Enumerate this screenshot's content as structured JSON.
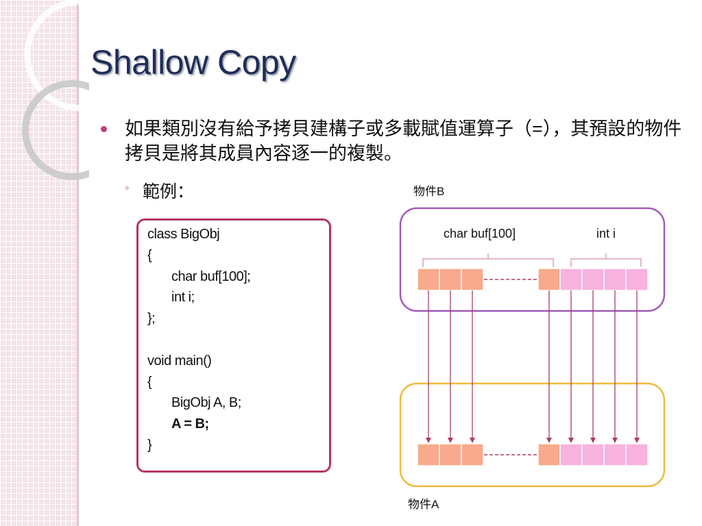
{
  "slide": {
    "title": "Shallow Copy",
    "bullet": "如果類別沒有給予拷貝建構子或多載賦值運算子（=），其預設的物件拷貝是將其成員內容逐一的複製。",
    "sub_marker": "◦",
    "sub_bullet": "範例："
  },
  "code": {
    "lines": [
      "class BigObj",
      "{",
      "char buf[100];",
      "int i;",
      "};",
      "",
      "void main()",
      "{",
      "BigObj A, B;",
      "A = B;",
      "}"
    ]
  },
  "diagram": {
    "object_b_label": "物件B",
    "object_a_label": "物件A",
    "buf_label": "char buf[100]",
    "int_label": "int i"
  },
  "colors": {
    "title": "#1f2d57",
    "accent": "#c0407a",
    "code_border": "#b5365e",
    "object_b_border": "#a05ab8",
    "object_a_border": "#f0b93a",
    "buf_cell": "#f9a98c",
    "int_cell": "#f7b3de",
    "arrow": "#a83e66"
  }
}
